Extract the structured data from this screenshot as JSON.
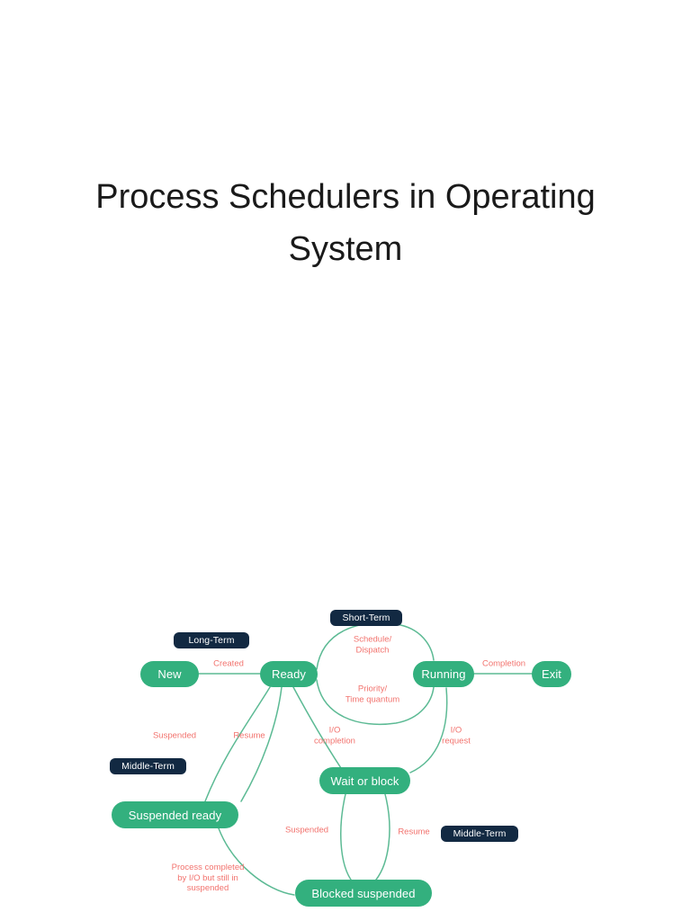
{
  "document": {
    "title": "Process Schedulers in Operating\nSystem"
  },
  "colors": {
    "node_fill": "#33b07e",
    "node_text": "#ffffff",
    "badge_fill": "#122942",
    "badge_text": "#ffffff",
    "edge_stroke": "#5cba94",
    "edge_label": "#f2736e",
    "page_background": "#ffffff",
    "title_text": "#1a1a1a"
  },
  "diagram": {
    "type": "state-diagram",
    "name": "process-state-transition-diagram",
    "nodes": [
      {
        "id": "new",
        "label": "New"
      },
      {
        "id": "ready",
        "label": "Ready"
      },
      {
        "id": "running",
        "label": "Running"
      },
      {
        "id": "exit",
        "label": "Exit"
      },
      {
        "id": "wait-or-block",
        "label": "Wait or block"
      },
      {
        "id": "suspended-ready",
        "label": "Suspended ready"
      },
      {
        "id": "blocked-suspended",
        "label": "Blocked suspended"
      }
    ],
    "badges": [
      {
        "id": "long-term",
        "label": "Long-Term"
      },
      {
        "id": "short-term",
        "label": "Short-Term"
      },
      {
        "id": "middle-term-left",
        "label": "Middle-Term"
      },
      {
        "id": "middle-term-right",
        "label": "Middle-Term"
      }
    ],
    "edges": [
      {
        "id": "new-ready",
        "from": "new",
        "to": "ready",
        "label": "Created"
      },
      {
        "id": "ready-running-dispatch",
        "from": "ready",
        "to": "running",
        "label": "Schedule/\nDispatch"
      },
      {
        "id": "running-ready-preempt",
        "from": "running",
        "to": "ready",
        "label": "Priority/\nTime quantum"
      },
      {
        "id": "running-exit",
        "from": "running",
        "to": "exit",
        "label": "Completion"
      },
      {
        "id": "running-wait",
        "from": "running",
        "to": "wait-or-block",
        "label": "I/O\nrequest"
      },
      {
        "id": "wait-ready",
        "from": "wait-or-block",
        "to": "ready",
        "label": "I/O\ncompletion"
      },
      {
        "id": "ready-suspended-ready",
        "from": "ready",
        "to": "suspended-ready",
        "label": "Suspended"
      },
      {
        "id": "suspended-ready-ready",
        "from": "suspended-ready",
        "to": "ready",
        "label": "Resume"
      },
      {
        "id": "wait-blocked-suspended",
        "from": "wait-or-block",
        "to": "blocked-suspended",
        "label": "Suspended"
      },
      {
        "id": "blocked-suspended-wait",
        "from": "blocked-suspended",
        "to": "wait-or-block",
        "label": "Resume"
      },
      {
        "id": "blocked-suspended-susp-ready",
        "from": "blocked-suspended",
        "to": "suspended-ready",
        "label": "Process completed\nby I/O but still in\nsuspended"
      }
    ]
  }
}
